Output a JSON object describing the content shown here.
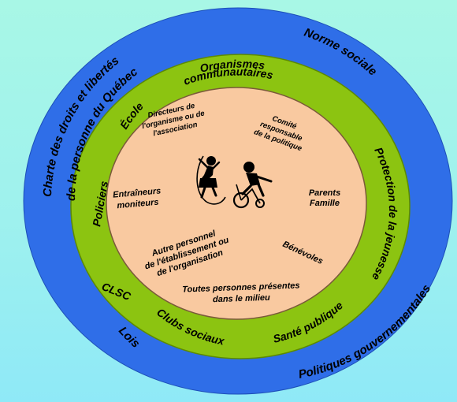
{
  "colors": {
    "background": "#9ef1ee",
    "outer_ring": "#2f6ee8",
    "middle_ring": "#8cc411",
    "inner_circle": "#f9c9a0",
    "text": "#000000"
  },
  "outer_ring": {
    "charte": "Charte des droits et libertés",
    "charte_2": "de la personne du Québec",
    "norme_sociale": "Norme sociale",
    "politiques": "Politiques gouvernementales",
    "lois": "Lois"
  },
  "middle_ring": {
    "organismes_1": "Organismes",
    "organismes_2": "communautaires",
    "ecole": "École",
    "policiers": "Policiers",
    "protection": "Protection de la jeunesse",
    "clsc": "CLSC",
    "clubs": "Clubs sociaux",
    "sante": "Santé publique"
  },
  "inner_circle": {
    "directeurs": [
      "Directeurs de",
      "l'organisme ou de",
      "l'association"
    ],
    "comite": [
      "Comité",
      "responsable",
      "de la politique"
    ],
    "entraineurs": [
      "Entraîneurs",
      "moniteurs"
    ],
    "parents": [
      "Parents",
      "Famille"
    ],
    "autre": [
      "Autre personnel",
      "de l'établissement ou",
      "de l'organisation"
    ],
    "benevoles": "Bénévoles",
    "toutes": [
      "Toutes personnes présentes",
      "dans le milieu"
    ]
  },
  "icons": {
    "center_left": "child-jumping-rope-icon",
    "center_right": "child-on-tricycle-icon"
  }
}
